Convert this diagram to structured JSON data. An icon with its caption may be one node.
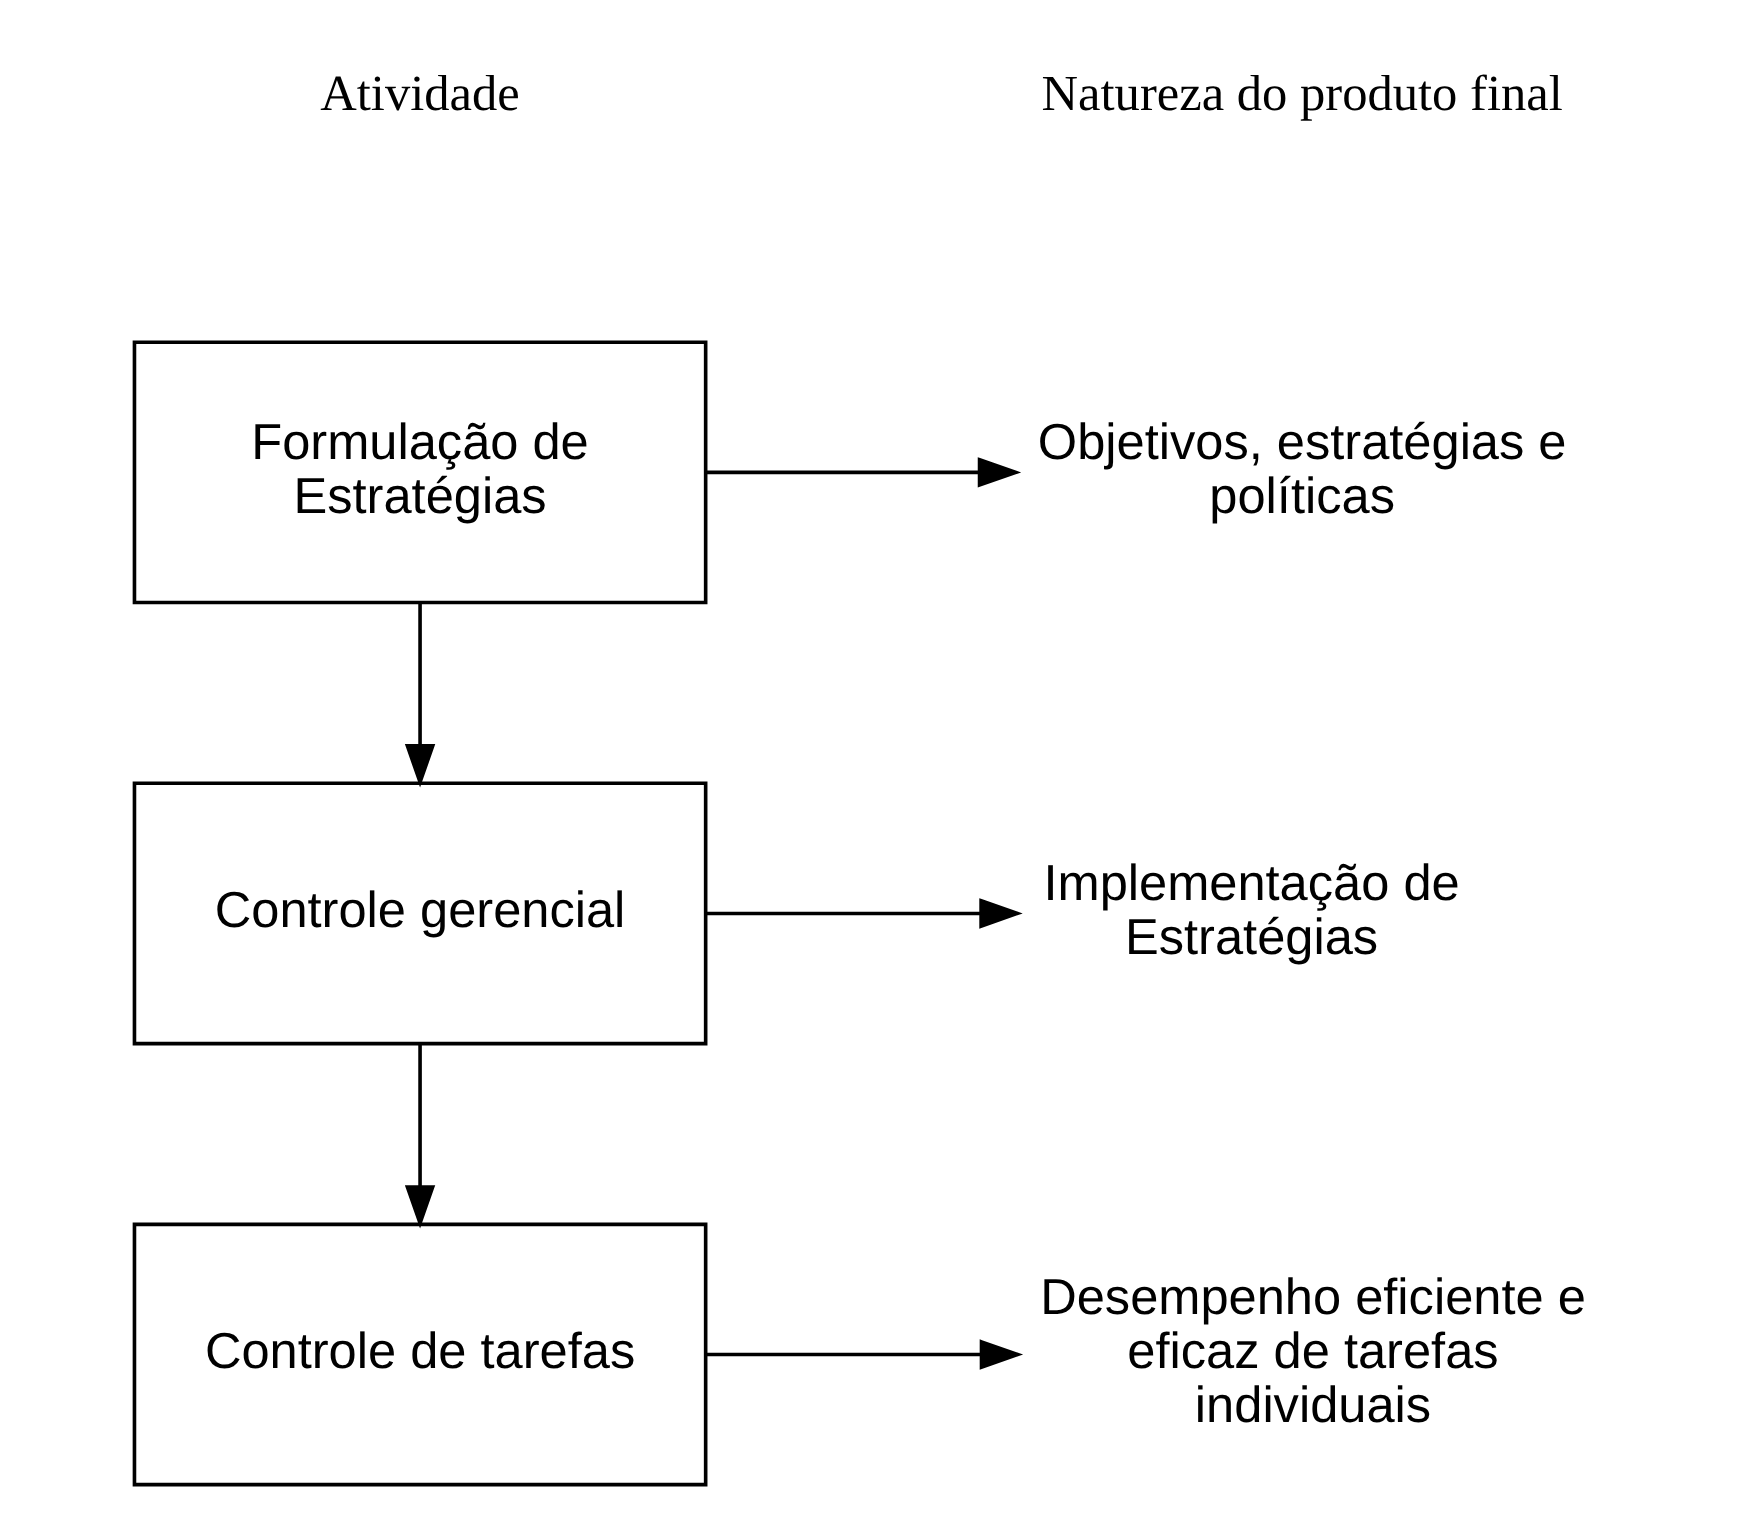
{
  "diagram": {
    "nodes": [
      {
        "text": [
          "Formulação de Estratégias"
        ]
      },
      {
        "text": [
          "Objetivos, estratégias e políticas"
        ]
      },
      {
        "text": [
          "Controle gerencial"
        ]
      },
      {
        "text": [
          "Implementação de Estratégias"
        ]
      },
      {
        "text": [
          "Controle de tarefas"
        ]
      },
      {
        "text": [
          "Desempenho eficiente e eficaz de tarefas individuais"
        ]
      }
    ],
    "edges": [
      {
        "from": 0,
        "to": 1,
        "arrow": "to"
      },
      {
        "from": 0,
        "to": 2,
        "arrow": "to"
      },
      {
        "from": 2,
        "to": 3,
        "arrow": "to"
      },
      {
        "from": 2,
        "to": 4,
        "arrow": "to"
      },
      {
        "from": 4,
        "to": 5,
        "arrow": "to"
      }
    ],
    "labels": [
      "Atividade",
      "Natureza do produto final"
    ]
  }
}
